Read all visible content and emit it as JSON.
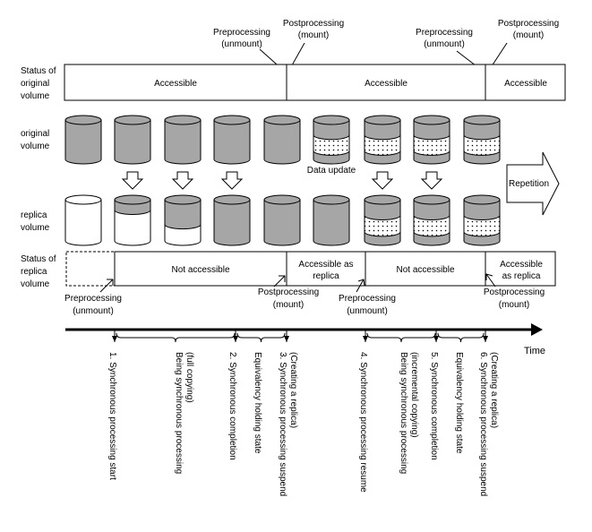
{
  "top_annotations": [
    {
      "line1": "Preprocessing",
      "line2": "(unmount)"
    },
    {
      "line1": "Postprocessing",
      "line2": "(mount)"
    },
    {
      "line1": "Preprocessing",
      "line2": "(unmount)"
    },
    {
      "line1": "Postprocessing",
      "line2": "(mount)"
    }
  ],
  "original_status": {
    "label": [
      "Status of",
      "original",
      "volume"
    ],
    "segments": [
      "Accessible",
      "Accessible",
      "Accessible"
    ]
  },
  "original_volume_label": [
    "original",
    "volume"
  ],
  "replica_volume_label": [
    "replica",
    "volume"
  ],
  "data_update": "Data update",
  "repetition": "Repetition",
  "replica_status": {
    "label": [
      "Status of",
      "replica",
      "volume"
    ],
    "segments": [
      {
        "text": [
          "Not accessible"
        ]
      },
      {
        "text": [
          "Accessible as",
          "replica"
        ]
      },
      {
        "text": [
          "Not accessible"
        ]
      },
      {
        "text": [
          "Accessible",
          "as replica"
        ]
      }
    ]
  },
  "bottom_annotations": [
    {
      "line1": "Preprocessing",
      "line2": "(unmount)"
    },
    {
      "line1": "Postprocessing",
      "line2": "(mount)"
    },
    {
      "line1": "Preprocessing",
      "line2": "(unmount)"
    },
    {
      "line1": "Postprocessing",
      "line2": "(mount)"
    }
  ],
  "time_label": "Time",
  "events": [
    {
      "lines": [
        "1. Synchronous processing start"
      ]
    },
    {
      "lines": [
        "Being synchronous processing",
        "(full copying)"
      ]
    },
    {
      "lines": [
        "2. Synchronous completion"
      ]
    },
    {
      "lines": [
        "Equivalency holding state"
      ]
    },
    {
      "lines": [
        "3. Synchronous processing suspend",
        "(Creating a replica)"
      ]
    },
    {
      "lines": [
        "4. Synchronous processing resume"
      ]
    },
    {
      "lines": [
        "Being synchronous processing",
        "(incremental copying)"
      ]
    },
    {
      "lines": [
        "5. Synchronous completion"
      ]
    },
    {
      "lines": [
        "Equivalency holding state"
      ]
    },
    {
      "lines": [
        "6. Synchronous processing suspend",
        "(Creating a replica)"
      ]
    }
  ],
  "colors": {
    "cylinder": "#a6a6a6",
    "line": "#000000",
    "background": "#ffffff"
  }
}
